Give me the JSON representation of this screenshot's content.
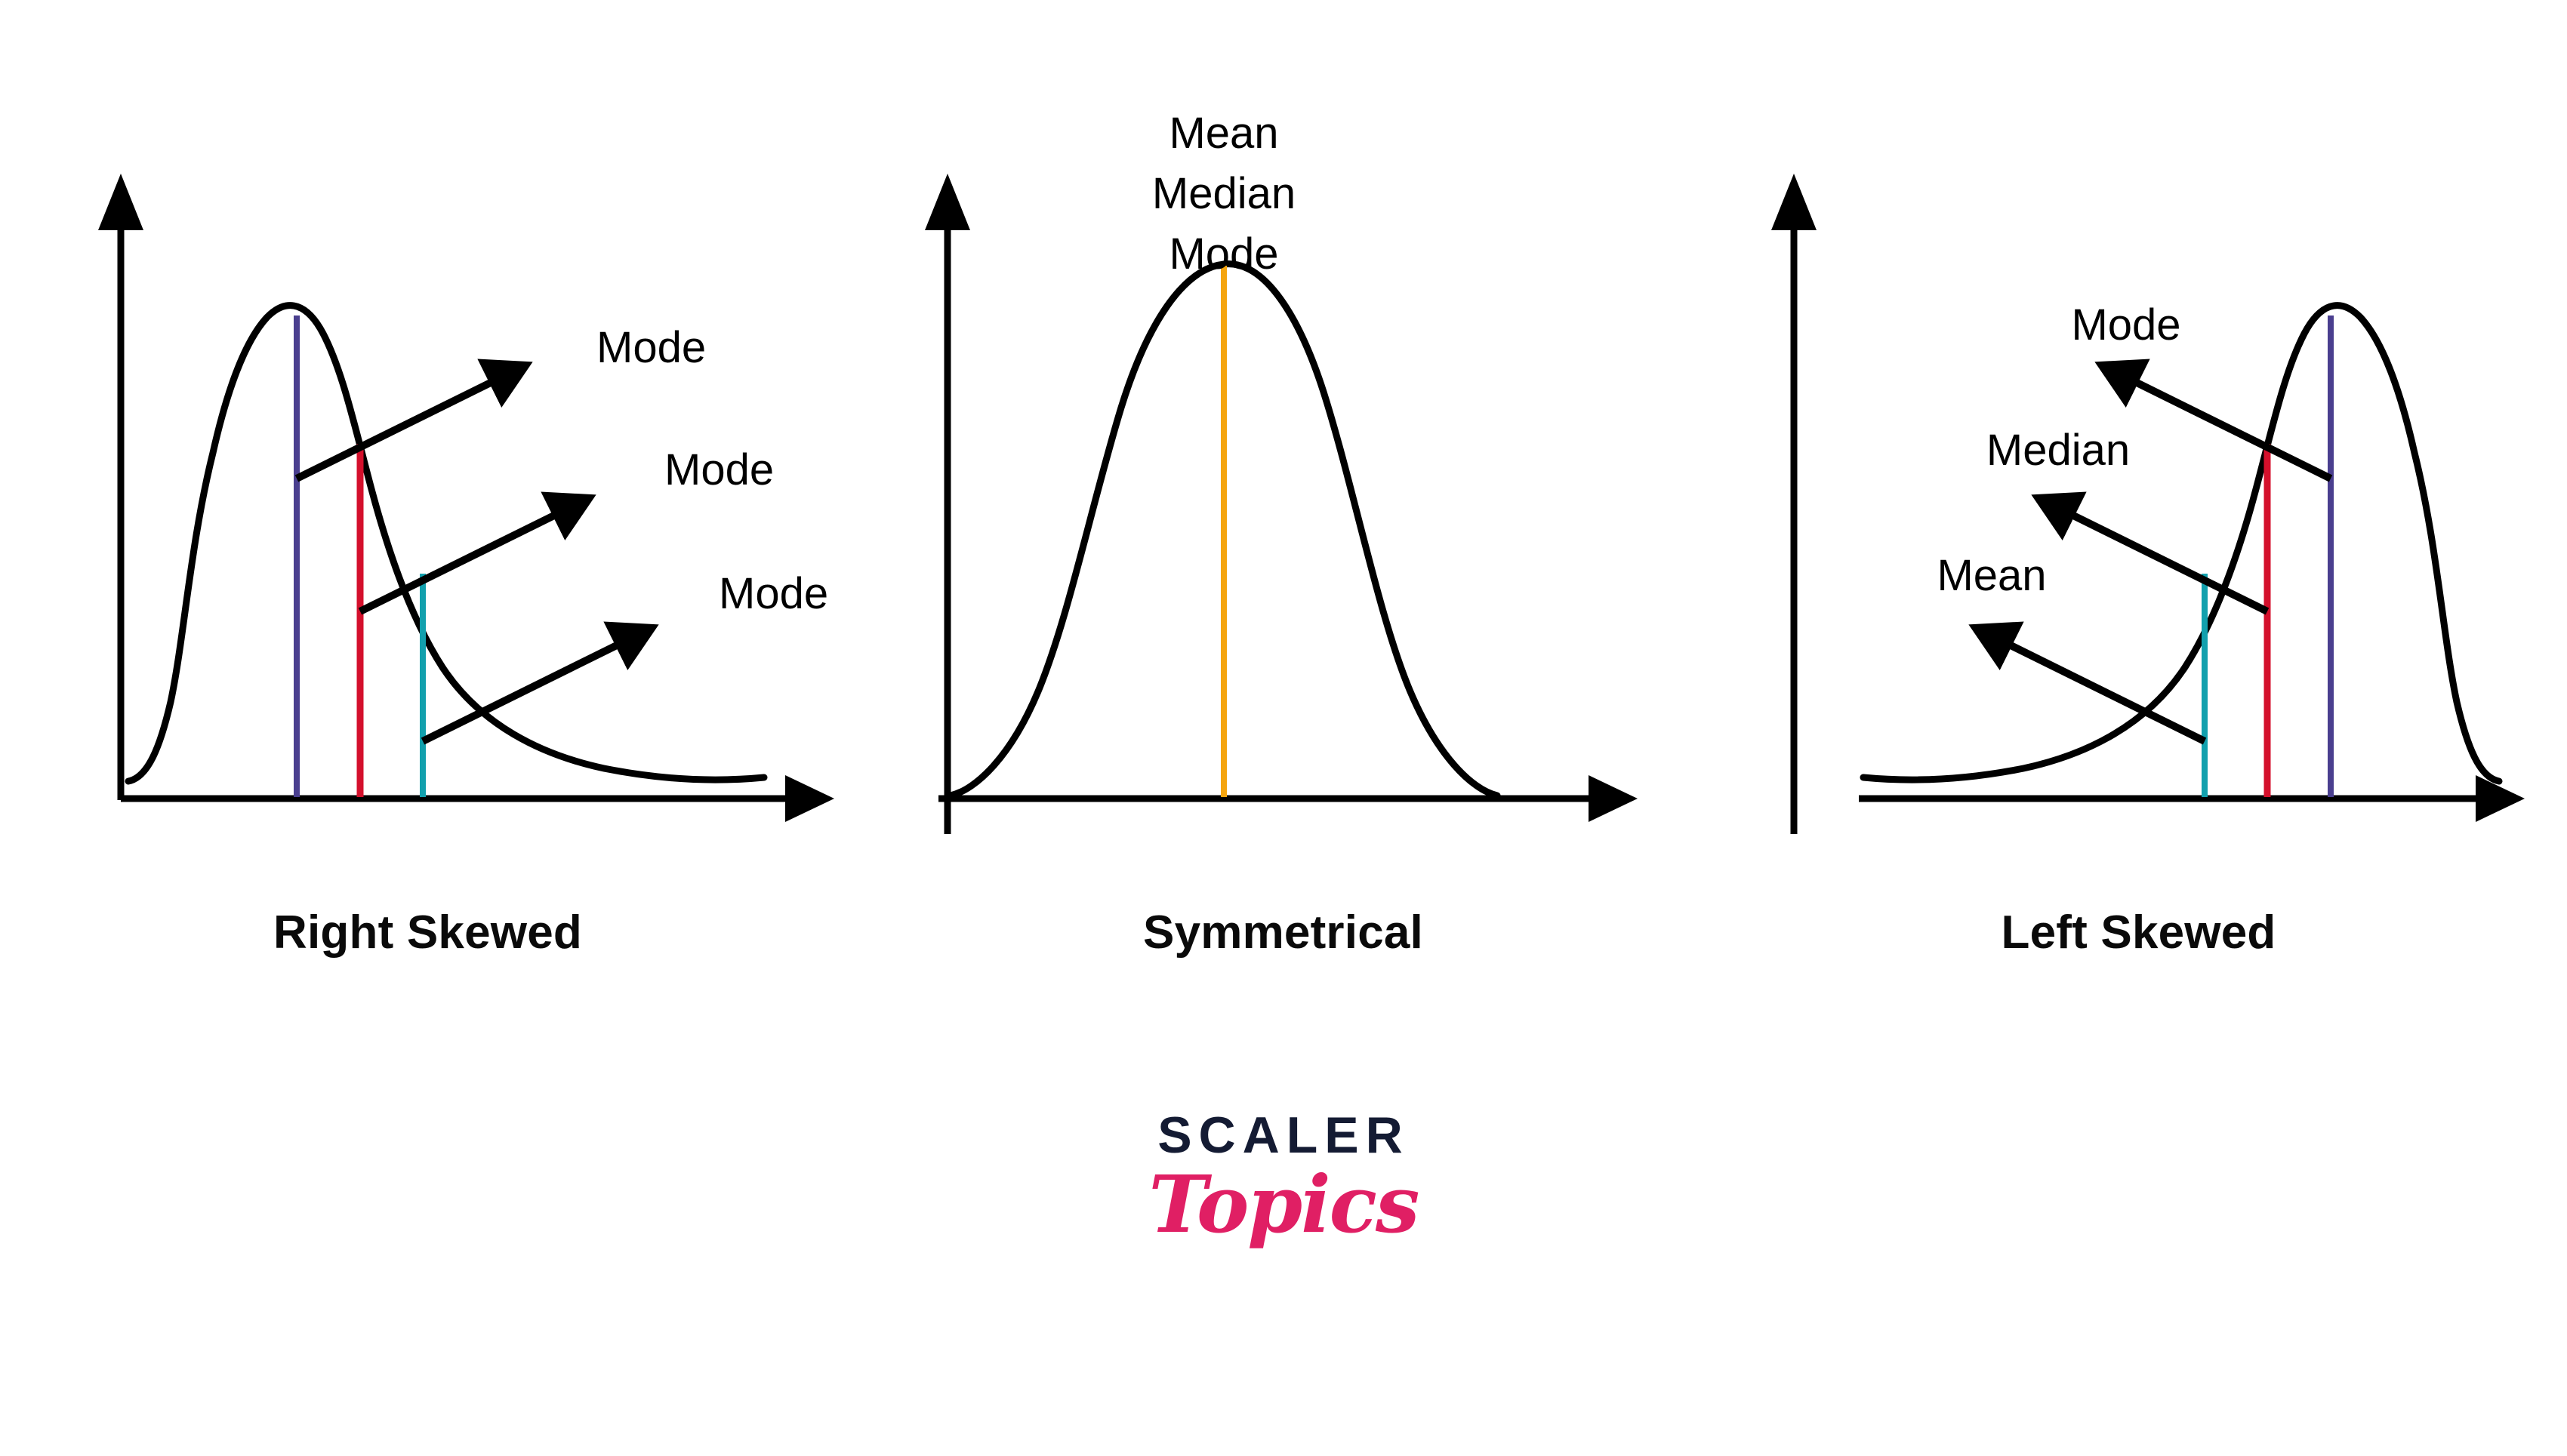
{
  "chart_data": [
    {
      "type": "line",
      "title": "Right Skewed",
      "description": "Right (positively) skewed distribution curve with three vertical marker lines and three callout labels.",
      "xlabel": "",
      "ylabel": "",
      "grid": false,
      "legend_position": "callout-arrows-right",
      "markers": [
        {
          "label": "Mode",
          "color": "#4a3f8f",
          "x_fraction": 0.31,
          "order": 1
        },
        {
          "label": "Mode",
          "color": "#d4102c",
          "x_fraction": 0.385,
          "order": 2
        },
        {
          "label": "Mode",
          "color": "#12a0ad",
          "x_fraction": 0.46,
          "order": 3
        }
      ],
      "curve_peak_x_fraction": 0.24,
      "tail_direction": "right"
    },
    {
      "type": "line",
      "title": "Symmetrical",
      "description": "Symmetric bell curve with a single centered vertical marker line where mean, median and mode coincide.",
      "xlabel": "",
      "ylabel": "",
      "grid": false,
      "legend_position": "stacked-above-peak",
      "markers": [
        {
          "label": "Mean",
          "color": "#f5a50f",
          "x_fraction": 0.5,
          "order": 1
        },
        {
          "label": "Median",
          "color": "#f5a50f",
          "x_fraction": 0.5,
          "order": 2
        },
        {
          "label": "Mode",
          "color": "#f5a50f",
          "x_fraction": 0.5,
          "order": 3
        }
      ],
      "curve_peak_x_fraction": 0.5,
      "tail_direction": "none"
    },
    {
      "type": "line",
      "title": "Left Skewed",
      "description": "Left (negatively) skewed distribution curve with three vertical marker lines and three callout labels.",
      "xlabel": "",
      "ylabel": "",
      "grid": false,
      "legend_position": "callout-arrows-left",
      "markers": [
        {
          "label": "Mode",
          "color": "#4a3f8f",
          "x_fraction": 0.69,
          "order": 1
        },
        {
          "label": "Median",
          "color": "#d4102c",
          "x_fraction": 0.615,
          "order": 2
        },
        {
          "label": "Mean",
          "color": "#12a0ad",
          "x_fraction": 0.54,
          "order": 3
        }
      ],
      "curve_peak_x_fraction": 0.76,
      "tail_direction": "left"
    }
  ],
  "panels": [
    {
      "caption": "Right Skewed",
      "callouts": [
        {
          "text": "Mode"
        },
        {
          "text": "Mode"
        },
        {
          "text": "Mode"
        }
      ]
    },
    {
      "caption": "Symmetrical",
      "callouts": [
        {
          "text": "Mean"
        },
        {
          "text": "Median"
        },
        {
          "text": "Mode"
        }
      ]
    },
    {
      "caption": "Left Skewed",
      "callouts": [
        {
          "text": "Mode"
        },
        {
          "text": "Median"
        },
        {
          "text": "Mean"
        }
      ]
    }
  ],
  "logo": {
    "primary": "SCALER",
    "secondary": "Topics"
  },
  "colors": {
    "mode_line": "#4a3f8f",
    "median_line": "#d4102c",
    "mean_line": "#12a0ad",
    "symmetric_line": "#f5a50f",
    "axis": "#000000",
    "curve": "#000000",
    "text": "#0a0a0a",
    "logo_primary": "#141b33",
    "logo_secondary": "#e01f64",
    "background": "#ffffff"
  }
}
